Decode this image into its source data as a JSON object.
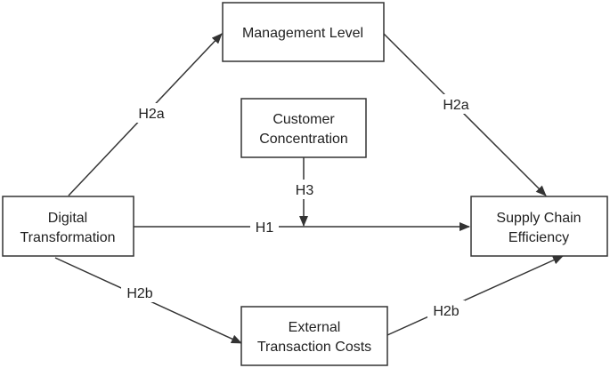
{
  "nodes": {
    "digital": {
      "lines": [
        "Digital",
        "Transformation"
      ]
    },
    "management": {
      "lines": [
        "Management Level"
      ]
    },
    "customer": {
      "lines": [
        "Customer",
        "Concentration"
      ]
    },
    "supply": {
      "lines": [
        "Supply Chain",
        "Efficiency"
      ]
    },
    "external": {
      "lines": [
        "External",
        "Transaction Costs"
      ]
    }
  },
  "edges": {
    "h1": "H1",
    "h2a_left": "H2a",
    "h2a_right": "H2a",
    "h2b_left": "H2b",
    "h2b_right": "H2b",
    "h3": "H3"
  },
  "colors": {
    "stroke": "#333333",
    "text": "#222222",
    "background": "#ffffff"
  }
}
